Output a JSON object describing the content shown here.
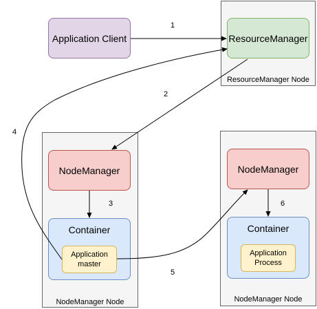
{
  "nodes": {
    "application_client": "Application Client",
    "resource_manager": "ResourceManager",
    "node_manager_left": "NodeManager",
    "node_manager_right": "NodeManager",
    "container_left": "Container",
    "container_right": "Container",
    "application_master": "Application\nmaster",
    "application_process": "Application\nProcess"
  },
  "groups": {
    "resource_manager_node": "ResourceManager Node",
    "node_manager_node_left": "NodeManager Node",
    "node_manager_node_right": "NodeManager Node"
  },
  "steps": {
    "step1": "1",
    "step2": "2",
    "step3": "3",
    "step4": "4",
    "step5": "5",
    "step6": "6"
  },
  "colors": {
    "client_fill": "#e1d5e7",
    "resource_manager_fill": "#d5e8d4",
    "node_manager_fill": "#f8cecc",
    "container_fill": "#dae8fc",
    "app_fill": "#fff2cc",
    "group_fill": "#f5f5f5"
  }
}
